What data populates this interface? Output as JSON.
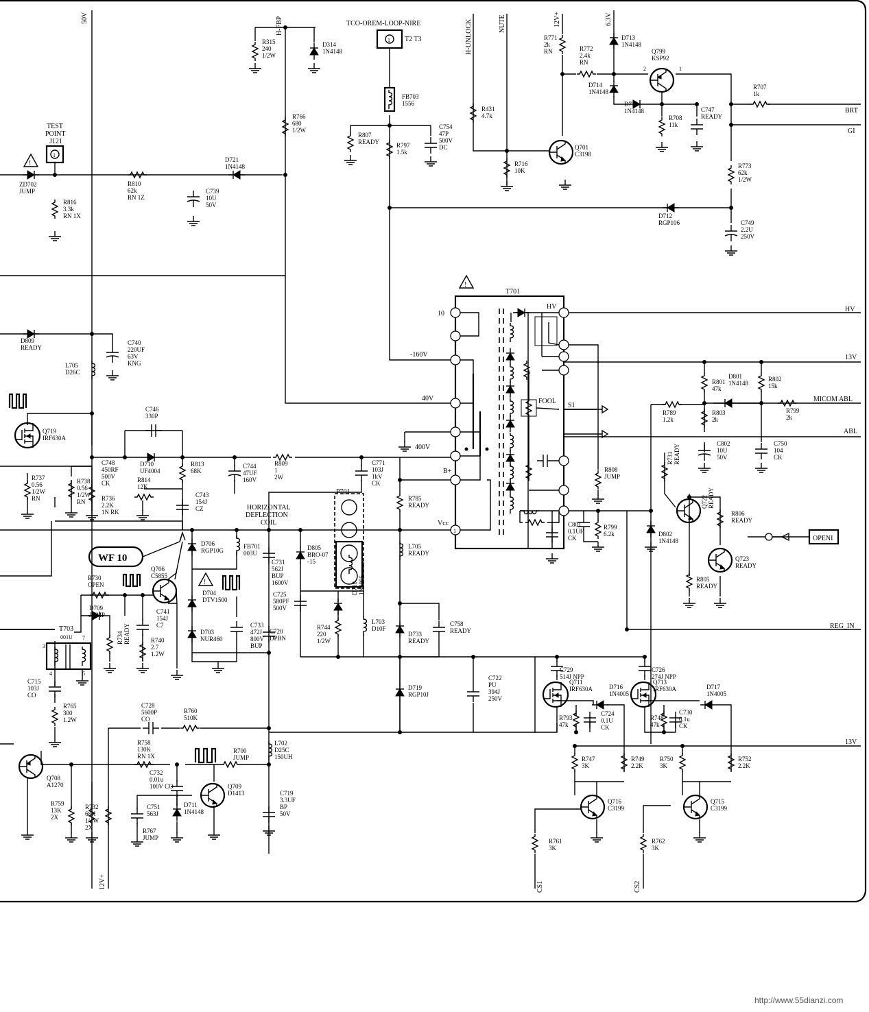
{
  "nets": {
    "v50": "50V",
    "hfbp": "H-FBP",
    "hunlock": "H-UNLOCK",
    "mute": "NUTE",
    "v12a": "12V+",
    "v63": "6.3V",
    "brt": "BRT",
    "gi": "GI",
    "hv": "HV",
    "v13a": "13V",
    "micom_abl": "MICOM ABL",
    "abl": "ABL",
    "reg_in": "REG_IN",
    "v13b": "13V",
    "v12b": "12V+",
    "cs1": "CS1",
    "cs2": "CS2",
    "m160": "-160V",
    "v40": "40V",
    "v400": "400V",
    "bplus": "B+",
    "vcc": "Vcc",
    "focus": "FOOL",
    "s1": "S1",
    "hv_pin": "HV",
    "pin10": "10",
    "pin1": "1"
  },
  "labels": {
    "tco": "TCO-OREM-LOOP-NIRE",
    "t2t3": "T2 T3",
    "test_point": "TEST",
    "test_point2": "POINT",
    "j121": "J121",
    "j121_pin": "1",
    "t701": "T701",
    "hdc1": "HORIZONTAL",
    "hdc2": "DEFLECTION",
    "hdc3": "COIL",
    "p701": "P701",
    "wf10": "WF 10",
    "open": "OPENI",
    "t703": "T703",
    "t703v": "001U",
    "t703p1": "3",
    "t703p2": "4",
    "t703p3": "7",
    "t703p4": "5",
    "q799p1": "2",
    "q799p2": "1"
  },
  "parts": {
    "r315": [
      "R315",
      "240",
      "1/2W"
    ],
    "d314": [
      "D314",
      "1N4148"
    ],
    "fb703": [
      "FB703",
      "1556"
    ],
    "r431": [
      "R431",
      "4.7k"
    ],
    "r771": [
      "R771",
      "2k",
      "RN"
    ],
    "r772": [
      "R772",
      "2.4k",
      "RN"
    ],
    "d713": [
      "D713",
      "1N4148"
    ],
    "q799": [
      "Q799",
      "KSP92"
    ],
    "d714": [
      "D714",
      "1N4148"
    ],
    "d715": [
      "D715",
      "1N4148"
    ],
    "r708": [
      "R708",
      "11k"
    ],
    "c747": [
      "C747",
      "READY"
    ],
    "r707": [
      "R707",
      "1k"
    ],
    "r807": [
      "R807",
      "READY"
    ],
    "r797": [
      "R797",
      "1.5k"
    ],
    "c754": [
      "C754",
      "47P",
      "500V",
      "DC"
    ],
    "q701": [
      "Q701",
      "C3198"
    ],
    "r716": [
      "R716",
      "10K"
    ],
    "r773": [
      "R773",
      "62k",
      "1/2W"
    ],
    "d712": [
      "D712",
      "RGP106"
    ],
    "c749": [
      "C749",
      "2.2U",
      "250V"
    ],
    "zd702": [
      "ZD702",
      "JUMP"
    ],
    "r816": [
      "R816",
      "3.3k",
      "RN 1X"
    ],
    "r810": [
      "R810",
      "62k",
      "RN 1Z"
    ],
    "c739": [
      "C739",
      "10U",
      "50V"
    ],
    "d721": [
      "D721",
      "1N4148"
    ],
    "r766": [
      "R766",
      "680",
      "1/2W"
    ],
    "d809": [
      "D809",
      "READY"
    ],
    "c740": [
      "C740",
      "220UF",
      "63V",
      "KNG"
    ],
    "l705a": [
      "L705",
      "D26C"
    ],
    "q719": [
      "Q719",
      "IRF630A"
    ],
    "c746": [
      "C746",
      "330P"
    ],
    "c748": [
      "C748",
      "450RF",
      "500V",
      "CK"
    ],
    "d710": [
      "D710",
      "UF4004"
    ],
    "r813": [
      "R813",
      "68K"
    ],
    "c744": [
      "C744",
      "47UF",
      "160V"
    ],
    "r809": [
      "R809",
      "1",
      "2W"
    ],
    "c771": [
      "C771",
      "103J",
      "1kV",
      "CK"
    ],
    "r737": [
      "R737",
      "0.56",
      "1/2W",
      "RN"
    ],
    "r738": [
      "R738",
      "0.56",
      "1/2W",
      "RN"
    ],
    "r736": [
      "R736",
      "2.2K",
      "1N RK"
    ],
    "r814": [
      "R814",
      "12K"
    ],
    "c743": [
      "C743",
      "154J",
      "CZ"
    ],
    "r785": [
      "R785",
      "READY"
    ],
    "fb701": [
      "FB701",
      "003U"
    ],
    "d706": [
      "D706",
      "RGP10G"
    ],
    "d704": [
      "D704",
      "DTV1500"
    ],
    "d703": [
      "D703",
      "NUR460"
    ],
    "c731": [
      "C731",
      "562J",
      "BUP",
      "1600V"
    ],
    "c725": [
      "C725",
      "580PF",
      "500V"
    ],
    "c733": [
      "C733",
      "472J",
      "800V",
      "BUP"
    ],
    "c720": [
      "C720",
      "DPBN"
    ],
    "r744": [
      "R744",
      "220",
      "1/2W"
    ],
    "d718": [
      "D718",
      "1N4005"
    ],
    "l703": [
      "L703",
      "D10F"
    ],
    "d805": [
      "D805",
      "BRO-07",
      "-15"
    ],
    "l705b": [
      "L705",
      "READY"
    ],
    "d733": [
      "D733",
      "READY"
    ],
    "c758": [
      "C758",
      "READY"
    ],
    "d719": [
      "D719",
      "RGP10J"
    ],
    "c722": [
      "C722",
      "PU",
      "394J",
      "250V"
    ],
    "r808": [
      "R808",
      "JUMP"
    ],
    "c801": [
      "C801",
      "0.1UF",
      "CK"
    ],
    "r799a": [
      "R799",
      "6.2k"
    ],
    "r801": [
      "R801",
      "47k"
    ],
    "d801": [
      "D801",
      "1N4148"
    ],
    "r802": [
      "R802",
      "15k"
    ],
    "r789": [
      "R789",
      "1.2k"
    ],
    "r803": [
      "R803",
      "2k"
    ],
    "r799b": [
      "R799",
      "2k"
    ],
    "c802": [
      "C802",
      "10U",
      "50V"
    ],
    "c750": [
      "C750",
      "104",
      "CK"
    ],
    "r731": [
      "R731",
      "READY"
    ],
    "d802": [
      "D802",
      "1N4148"
    ],
    "q722": [
      "Q722",
      "READY"
    ],
    "r806": [
      "R806",
      "READY"
    ],
    "q723": [
      "Q723",
      "READY"
    ],
    "r805": [
      "R805",
      "READY"
    ],
    "q706": [
      "Q706",
      "C5855"
    ],
    "r730": [
      "R730",
      "OPEN"
    ],
    "d709": [
      "D709",
      "JUMP"
    ],
    "c741": [
      "C741",
      "154J",
      "C7"
    ],
    "r734": [
      "R734",
      "READY"
    ],
    "r740": [
      "R740",
      "2.7",
      "1.2W"
    ],
    "c715": [
      "C715",
      "103J",
      "CO"
    ],
    "r765": [
      "R765",
      "300",
      "1.2W"
    ],
    "c728": [
      "C728",
      "5600P",
      "CO"
    ],
    "r760": [
      "R760",
      "510K"
    ],
    "r758": [
      "R758",
      "130K",
      "RN 1X"
    ],
    "c732": [
      "C732",
      "0.01u",
      "100V CO"
    ],
    "r700": [
      "R700",
      "JUMP"
    ],
    "l702": [
      "L702",
      "D25C",
      "150UH"
    ],
    "q709": [
      "Q709",
      "D1413"
    ],
    "c751": [
      "C751",
      "563J"
    ],
    "d711": [
      "D711",
      "1N4148"
    ],
    "r767": [
      "R767",
      "JUMP"
    ],
    "c719": [
      "C719",
      "3.3UF",
      "BP",
      "50V"
    ],
    "q708": [
      "Q708",
      "A1270"
    ],
    "r759": [
      "R759",
      "13K",
      "2X"
    ],
    "r732": [
      "R732",
      "68K",
      "1/4W",
      "2X"
    ],
    "c729": [
      "C729",
      "514J NPP"
    ],
    "q711": [
      "Q711",
      "IRF630A"
    ],
    "d716": [
      "D716",
      "1N4005"
    ],
    "r793": [
      "R793",
      "47k"
    ],
    "c724": [
      "C724",
      "0.1U",
      "CK"
    ],
    "c726": [
      "C726",
      "274J NPP"
    ],
    "q713": [
      "Q713",
      "IRF630A"
    ],
    "d717": [
      "D717",
      "1N4005"
    ],
    "r748": [
      "R748",
      "47k"
    ],
    "c730": [
      "C730",
      "0.1u",
      "CK"
    ],
    "r747": [
      "R747",
      "3K"
    ],
    "r749": [
      "R749",
      "2.2K"
    ],
    "r750": [
      "R750",
      "3K"
    ],
    "r752": [
      "R752",
      "2.2K"
    ],
    "q716": [
      "Q716",
      "C3199"
    ],
    "q715": [
      "Q715",
      "C3199"
    ],
    "r761": [
      "R761",
      "3K"
    ],
    "r762": [
      "R762",
      "3K"
    ]
  },
  "watermark": "http://www.55dianzi.com"
}
